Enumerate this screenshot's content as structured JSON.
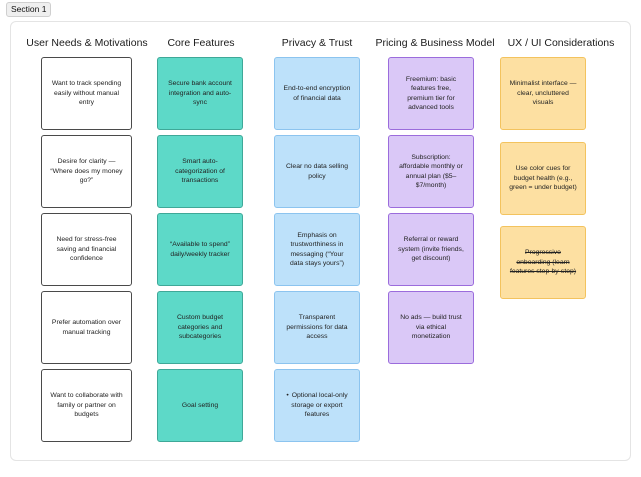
{
  "section_label": "Section 1",
  "columns": [
    {
      "title": "User Needs & Motivations",
      "notes": [
        "Want to track spending easily without manual entry",
        "Desire for clarity — “Where does my money go?”",
        "Need for stress-free saving and financial confidence",
        "Prefer automation over manual tracking",
        "Want to collaborate with family or partner on budgets"
      ]
    },
    {
      "title": "Core Features",
      "notes": [
        "Secure bank account integration and auto-sync",
        "Smart auto-categorization of transactions",
        "“Available to spend” daily/weekly tracker",
        "Custom budget categories and subcategories",
        "Goal setting"
      ]
    },
    {
      "title": "Privacy & Trust",
      "notes": [
        "End-to-end encryption of financial data",
        "Clear no data selling policy",
        "Emphasis on trustworthiness in messaging (“Your data stays yours”)",
        "Transparent permissions for data access",
        "Optional local-only storage or export features"
      ]
    },
    {
      "title": "Pricing & Business Model",
      "notes": [
        "Freemium: basic features free, premium tier for advanced tools",
        "Subscription: affordable monthly or annual plan ($5–$7/month)",
        "Referral or reward system (invite friends, get discount)",
        "No ads — build trust via ethical monetization"
      ]
    },
    {
      "title": "UX / UI Considerations",
      "notes": [
        "Minimalist interface — clear, uncluttered visuals",
        "Use color cues for budget health (e.g., green = under budget)",
        "Progressive onboarding (learn features step-by-step)"
      ]
    }
  ]
}
